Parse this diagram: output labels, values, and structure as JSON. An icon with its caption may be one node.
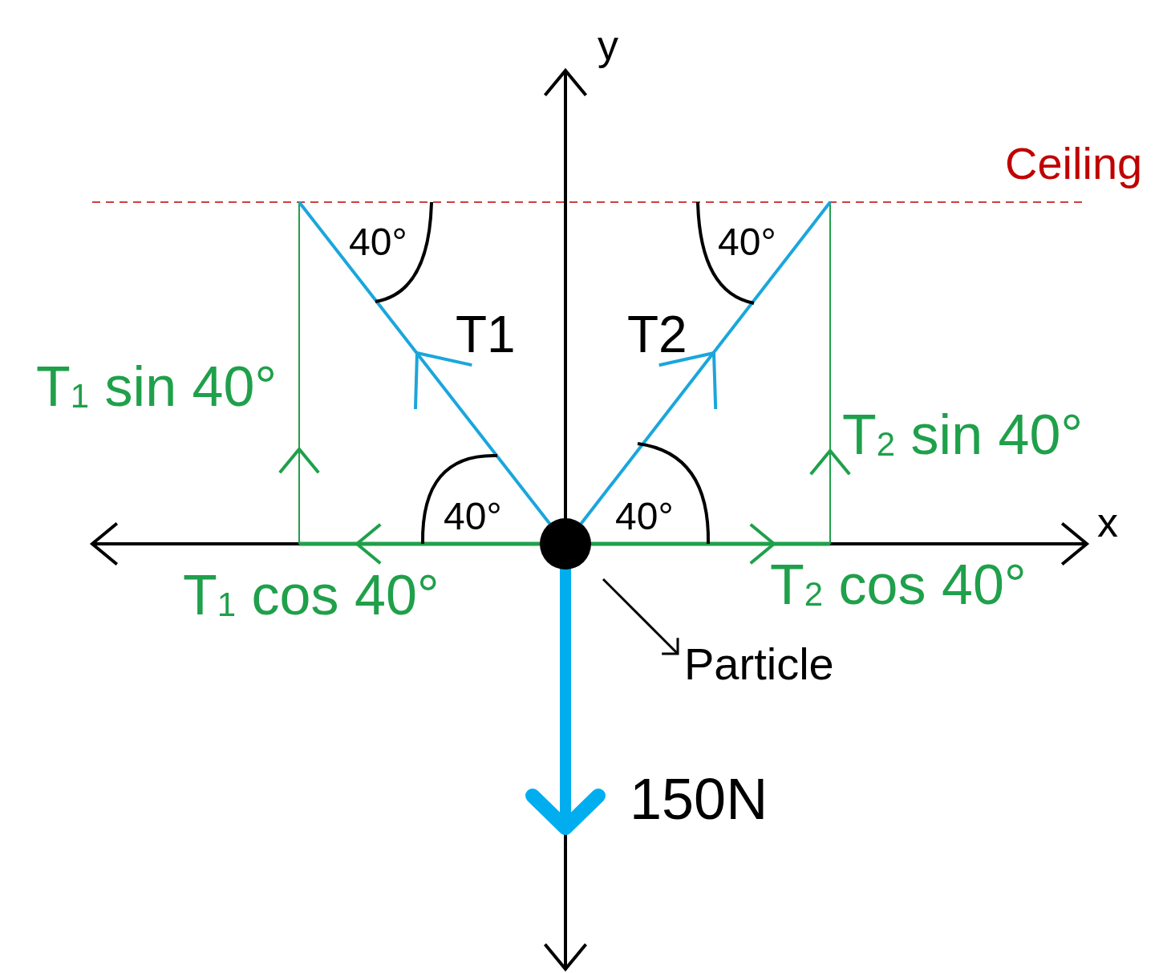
{
  "diagram": {
    "nodes": [
      {
        "text": [
          "Particle"
        ]
      },
      {
        "text": [],
        "shape": "circle"
      }
    ],
    "edges": [
      {
        "from": 1,
        "to": 0,
        "arrow": "to"
      }
    ],
    "labels": [
      "y",
      "Ceiling",
      "40°",
      "40°",
      "T1",
      "T2",
      "T$_{1}$ sin 40°",
      "T$_{2}$ sin 40°",
      "40°",
      "40°",
      "x",
      "T$_{1}$ cos 40°",
      "T$_{2}$ cos 40°",
      "150N"
    ]
  }
}
